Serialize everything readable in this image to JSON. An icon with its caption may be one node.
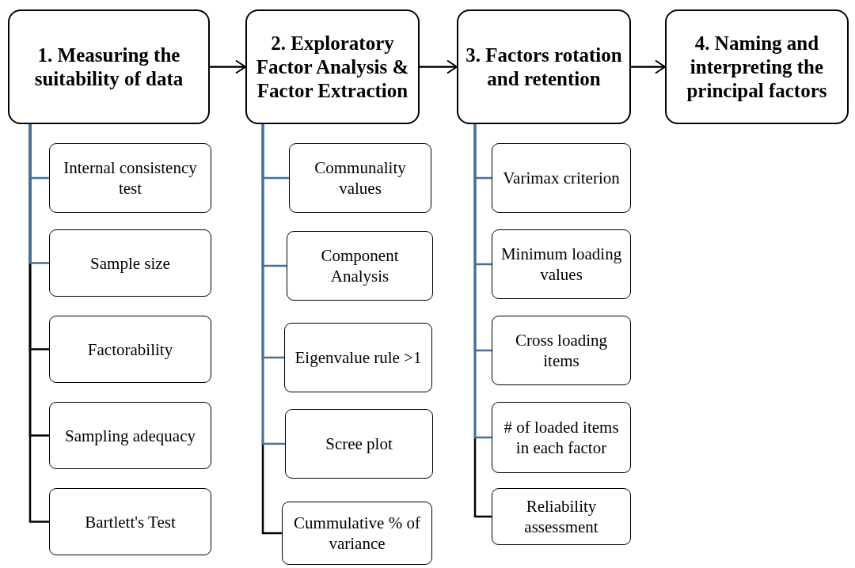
{
  "diagram": {
    "nodes": [
      {
        "text": [
          "1. Measuring the suitability of data"
        ]
      },
      {
        "text": [
          "Internal consistency test"
        ]
      },
      {
        "text": [
          "Sample size"
        ]
      },
      {
        "text": [
          "Factorability"
        ]
      },
      {
        "text": [
          "Sampling adequacy"
        ]
      },
      {
        "text": [
          "Bartlett's Test"
        ]
      },
      {
        "text": [
          "2. Exploratory Factor Analysis & Factor Extraction"
        ]
      },
      {
        "text": [
          "Communality values"
        ]
      },
      {
        "text": [
          "Component Analysis"
        ]
      },
      {
        "text": [
          "Eigenvalue rule >1"
        ]
      },
      {
        "text": [
          "Scree plot"
        ]
      },
      {
        "text": [
          "Cummulative % of variance"
        ]
      },
      {
        "text": [
          "3. Factors rotation and retention"
        ]
      },
      {
        "text": [
          "Varimax criterion"
        ]
      },
      {
        "text": [
          "Minimum loading values"
        ]
      },
      {
        "text": [
          "Cross loading items"
        ]
      },
      {
        "text": [
          "# of loaded items in each factor"
        ]
      },
      {
        "text": [
          "Reliability assessment"
        ]
      },
      {
        "text": [
          "4. Naming and interpreting the principal factors"
        ]
      }
    ],
    "edges": [
      {
        "from": 0,
        "to": 6,
        "arrow": "to",
        "color": "#000000"
      },
      {
        "from": 6,
        "to": 12,
        "arrow": "to",
        "color": "#000000"
      },
      {
        "from": 12,
        "to": 18,
        "arrow": "to",
        "color": "#000000"
      },
      {
        "from": 0,
        "to": 1,
        "arrow": "none",
        "color": "#41719c"
      },
      {
        "from": 0,
        "to": 2,
        "arrow": "none",
        "color": "#41719c"
      },
      {
        "from": 0,
        "to": 3,
        "arrow": "none",
        "color": "#000000"
      },
      {
        "from": 0,
        "to": 4,
        "arrow": "none",
        "color": "#000000"
      },
      {
        "from": 0,
        "to": 5,
        "arrow": "none",
        "color": "#000000"
      },
      {
        "from": 6,
        "to": 7,
        "arrow": "none",
        "color": "#41719c"
      },
      {
        "from": 6,
        "to": 8,
        "arrow": "none",
        "color": "#41719c"
      },
      {
        "from": 6,
        "to": 9,
        "arrow": "none",
        "color": "#41719c"
      },
      {
        "from": 6,
        "to": 10,
        "arrow": "none",
        "color": "#41719c"
      },
      {
        "from": 6,
        "to": 11,
        "arrow": "none",
        "color": "#000000"
      },
      {
        "from": 12,
        "to": 13,
        "arrow": "none",
        "color": "#41719c"
      },
      {
        "from": 12,
        "to": 14,
        "arrow": "none",
        "color": "#41719c"
      },
      {
        "from": 12,
        "to": 15,
        "arrow": "none",
        "color": "#41719c"
      },
      {
        "from": 12,
        "to": 16,
        "arrow": "none",
        "color": "#41719c"
      },
      {
        "from": 12,
        "to": 17,
        "arrow": "none",
        "color": "#000000"
      }
    ]
  }
}
